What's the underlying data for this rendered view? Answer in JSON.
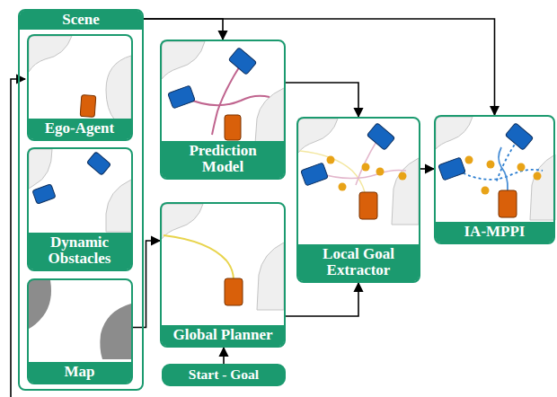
{
  "diagram": {
    "nodes": [
      {
        "text": [
          "Scene"
        ]
      },
      {
        "text": [
          "Ego-Agent"
        ],
        "in": 0
      },
      {
        "text": [
          "Dynamic Obstacles"
        ],
        "in": 0
      },
      {
        "text": [
          "Map"
        ],
        "in": 0
      },
      {
        "text": [
          "Prediction Model"
        ]
      },
      {
        "text": [
          "Global Planner"
        ]
      },
      {
        "text": [
          "Start - Goal"
        ]
      },
      {
        "text": [
          "Local Goal Extractor"
        ]
      },
      {
        "text": [
          "IA-MPPI"
        ]
      }
    ],
    "edges": [
      {
        "from": 0,
        "to": 4,
        "arrow": "to"
      },
      {
        "from": 0,
        "to": 8,
        "arrow": "to"
      },
      {
        "from": 3,
        "to": 5,
        "arrow": "to"
      },
      {
        "from": 6,
        "to": 5,
        "arrow": "to"
      },
      {
        "from": 4,
        "to": 7,
        "arrow": "to"
      },
      {
        "from": 5,
        "to": 7,
        "arrow": "to"
      },
      {
        "from": 7,
        "to": 8,
        "arrow": "to"
      }
    ]
  }
}
